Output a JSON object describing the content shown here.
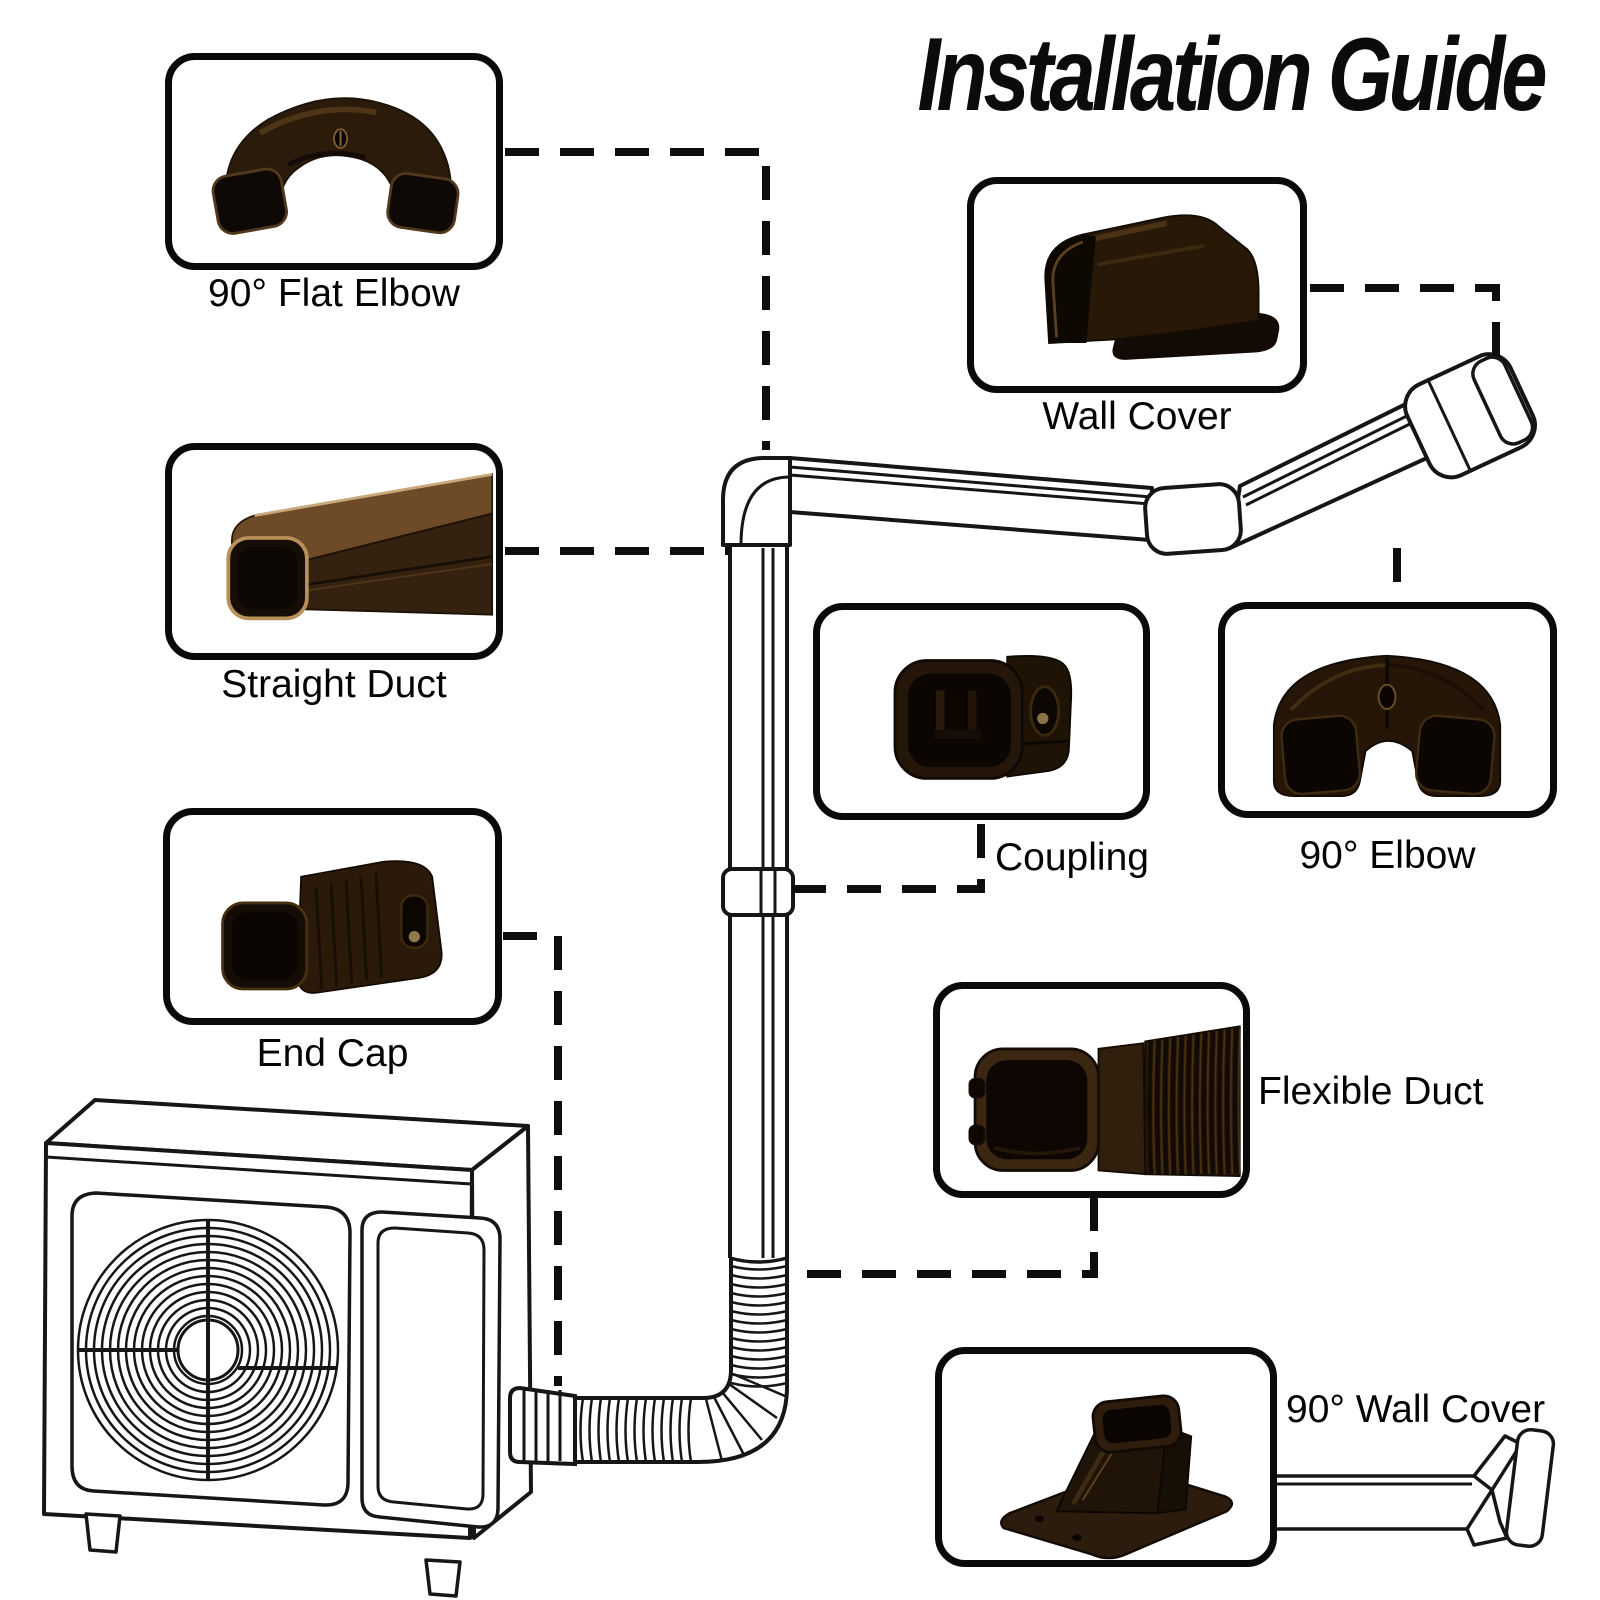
{
  "title": "Installation Guide",
  "parts": {
    "flat_elbow": {
      "label": "90° Flat Elbow"
    },
    "wall_cover": {
      "label": "Wall Cover"
    },
    "straight_duct": {
      "label": "Straight Duct"
    },
    "coupling": {
      "label": "Coupling"
    },
    "elbow_90": {
      "label": "90° Elbow"
    },
    "end_cap": {
      "label": "End Cap"
    },
    "flexible_duct": {
      "label": "Flexible Duct"
    },
    "wall_cover_90": {
      "label": "90° Wall Cover"
    }
  },
  "colors": {
    "background": "#ffffff",
    "line_art": "#161616",
    "dashed_connector": "#0d0d0d",
    "callout_border": "#0a0a0a",
    "part_brown_darkest": "#0c0703",
    "part_brown_dark": "#261607",
    "part_brown_mid": "#3b2711",
    "part_brown_light": "#6d4b27",
    "duct_rim_highlight": "#c9a87c"
  }
}
